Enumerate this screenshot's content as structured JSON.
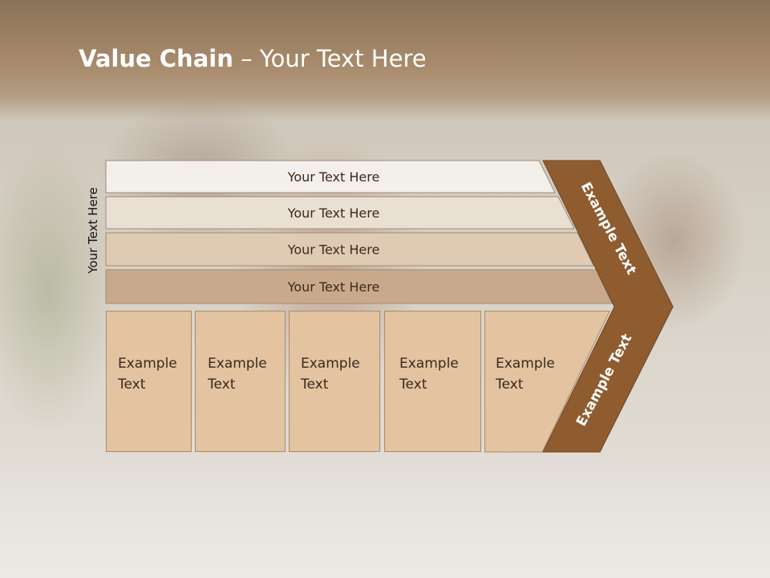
{
  "slide": {
    "title_bold": "Value Chain",
    "title_rest": " – Your Text Here",
    "side_label": "Your Text Here"
  },
  "rows": [
    {
      "label": "Your Text Here",
      "color": "#f3efea"
    },
    {
      "label": "Your Text Here",
      "color": "#eadfd3"
    },
    {
      "label": "Your Text Here",
      "color": "#dfcab4"
    },
    {
      "label": "Your Text Here",
      "color": "#c9a98c"
    }
  ],
  "columns": [
    {
      "line1": "Example",
      "line2": "Text"
    },
    {
      "line1": "Example",
      "line2": "Text"
    },
    {
      "line1": "Example",
      "line2": "Text"
    },
    {
      "line1": "Example",
      "line2": "Text"
    },
    {
      "line1": "Example",
      "line2": "Text"
    }
  ],
  "chevron": {
    "upper_label": "Example Text",
    "lower_label": "Example Text",
    "color": "#8e5c2f"
  },
  "colors": {
    "column_fill": "#e4c3a1",
    "column_border": "#a98b6e",
    "row_border": "#a08a74"
  }
}
